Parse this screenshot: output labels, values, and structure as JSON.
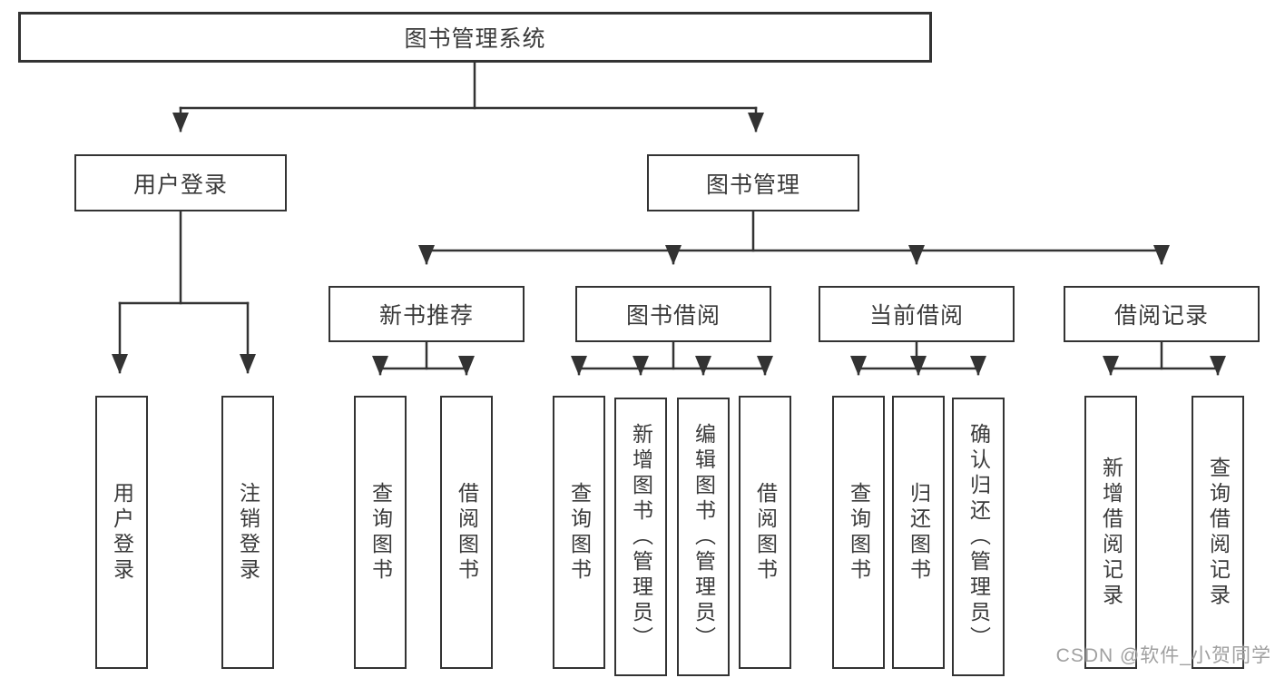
{
  "diagram": {
    "root": {
      "label": "图书管理系统"
    },
    "branches": [
      {
        "label": "用户登录",
        "children": [
          {
            "label": "用户登录"
          },
          {
            "label": "注销登录"
          }
        ]
      },
      {
        "label": "图书管理",
        "groups": [
          {
            "label": "新书推荐",
            "children": [
              {
                "label": "查询图书"
              },
              {
                "label": "借阅图书"
              }
            ]
          },
          {
            "label": "图书借阅",
            "children": [
              {
                "label": "查询图书"
              },
              {
                "label": "新增图书（管理员）"
              },
              {
                "label": "编辑图书（管理员）"
              },
              {
                "label": "借阅图书"
              }
            ]
          },
          {
            "label": "当前借阅",
            "children": [
              {
                "label": "查询图书"
              },
              {
                "label": "归还图书"
              },
              {
                "label": "确认归还（管理员）"
              }
            ]
          },
          {
            "label": "借阅记录",
            "children": [
              {
                "label": "新增借阅记录"
              },
              {
                "label": "查询借阅记录"
              }
            ]
          }
        ]
      }
    ]
  },
  "watermark": {
    "text": "CSDN @软件_小贺同学"
  },
  "colors": {
    "line": "#333333",
    "text": "#3a3a3a",
    "watermark": "#a0a0a0",
    "background": "#ffffff"
  }
}
